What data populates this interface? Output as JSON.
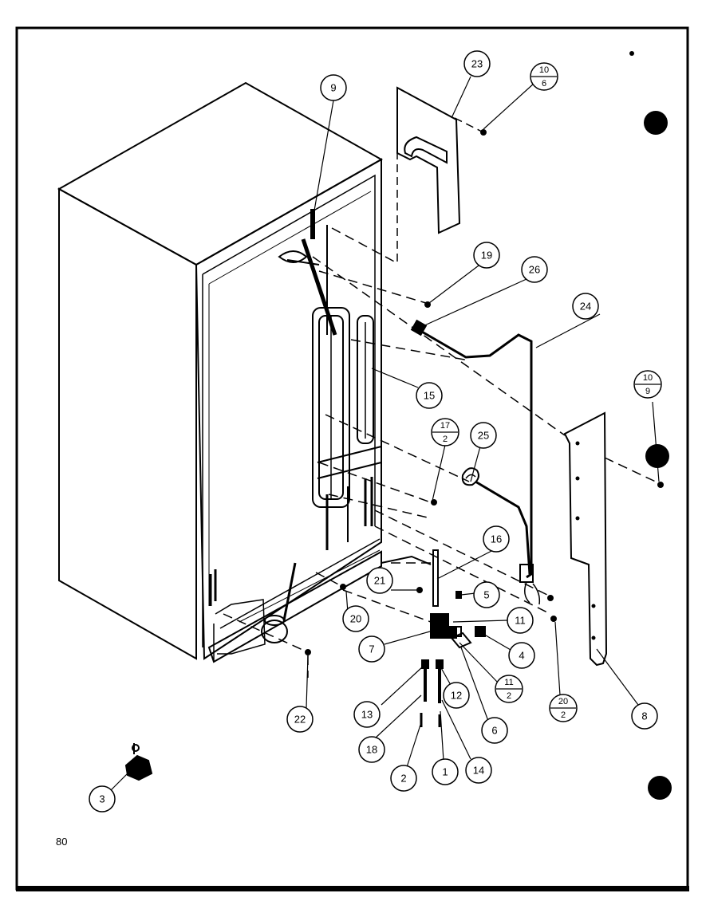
{
  "page_number": "80",
  "callouts": [
    "9",
    "23",
    "19",
    "26",
    "24",
    "15",
    "25",
    "16",
    "21",
    "5",
    "11",
    "4",
    "7",
    "20",
    "6",
    "12",
    "13",
    "22",
    "18",
    "2",
    "1",
    "14",
    "8",
    "3"
  ],
  "fraction_callouts": [
    {
      "top": "10",
      "bottom": "6"
    },
    {
      "top": "10",
      "bottom": "9"
    },
    {
      "top": "17",
      "bottom": "2"
    },
    {
      "top": "11",
      "bottom": "2"
    },
    {
      "top": "20",
      "bottom": "2"
    }
  ]
}
